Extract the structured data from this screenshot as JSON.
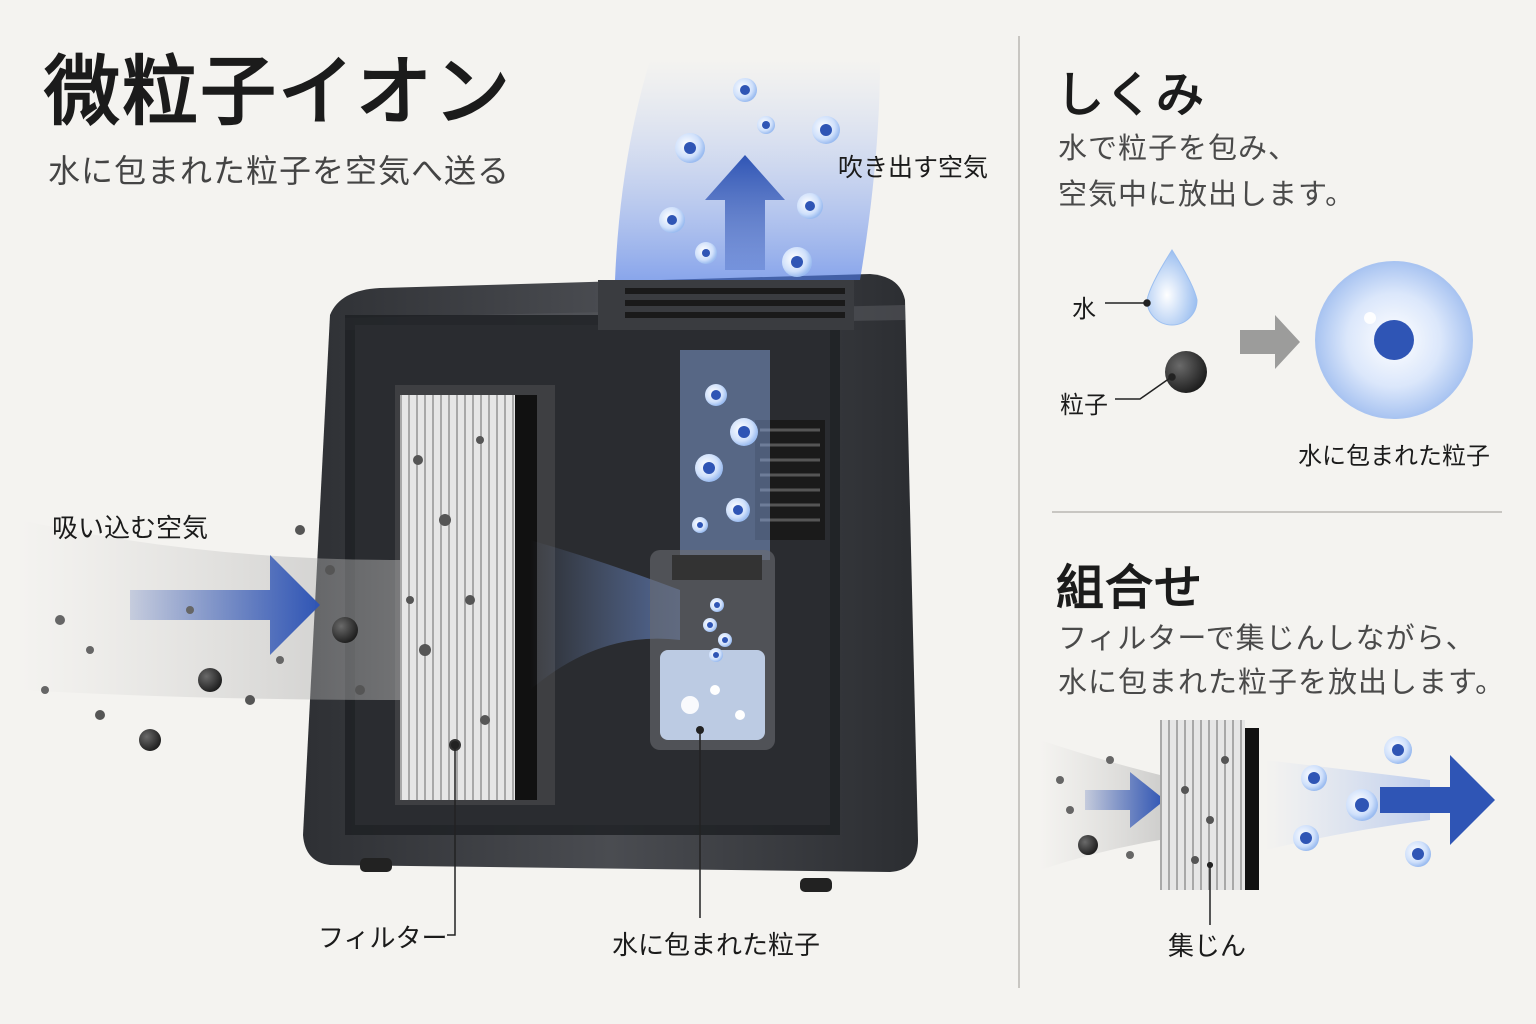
{
  "hero": {
    "title": "微粒子イオン",
    "subtitle": "水に包まれた粒子を空気へ送る"
  },
  "diagram_labels": {
    "intake_air": "吸い込む空気",
    "outlet_air": "吹き出す空気",
    "filter": "フィルター",
    "wrapped_particle": "水に包まれた粒子"
  },
  "mechanism": {
    "title": "しくみ",
    "description_line1": "水で粒子を包み、",
    "description_line2": "空気中に放出します。",
    "water_label": "水",
    "particle_label": "粒子",
    "result_label": "水に包まれた粒子"
  },
  "combination": {
    "title": "組合せ",
    "description_line1": "フィルターで集じんしながら、",
    "description_line2": "水に包まれた粒子を放出します。",
    "dust_label": "集じん"
  },
  "colors": {
    "accent_blue": "#2f55b5",
    "device_body": "#3a3c40",
    "background": "#f4f3f0"
  }
}
